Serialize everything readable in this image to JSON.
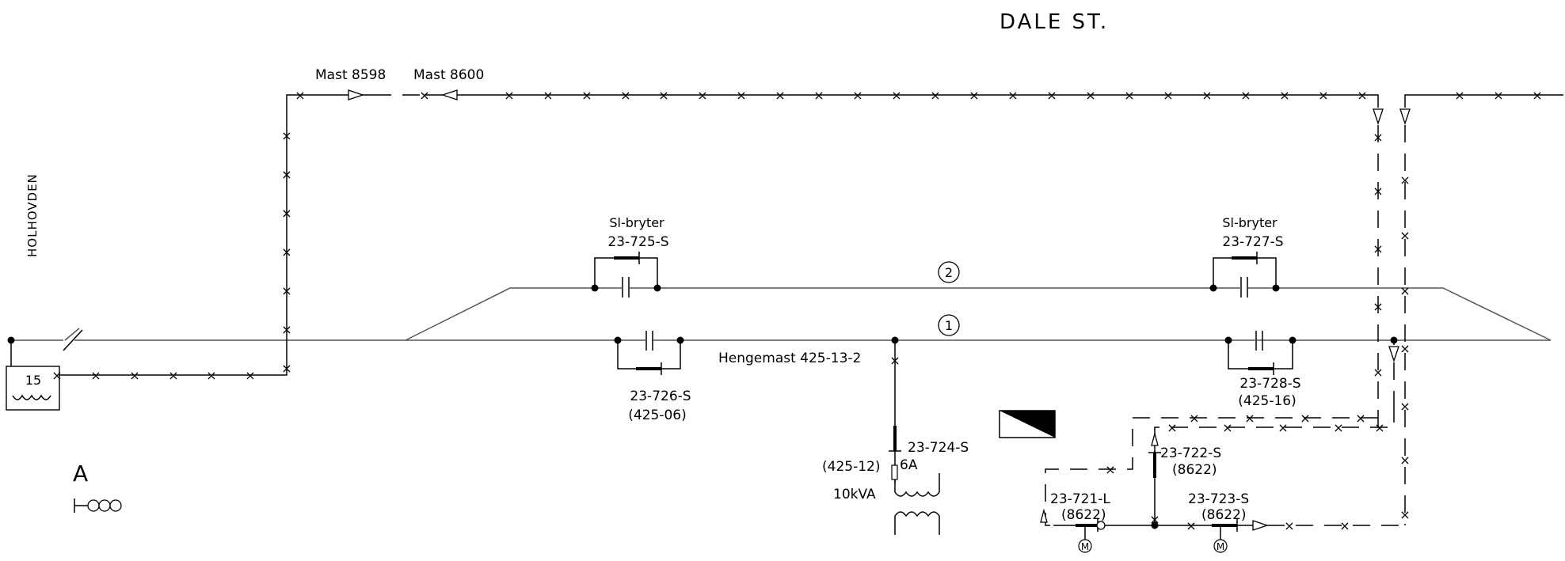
{
  "station": {
    "name": "DALE ST."
  },
  "direction": {
    "left_label": "HOLHOVDEN"
  },
  "masts": {
    "left": "Mast 8598",
    "right": "Mast 8600"
  },
  "tracks": {
    "track_2": "2",
    "track_1": "1"
  },
  "transformer_left": {
    "label": "15"
  },
  "switches": {
    "s725": {
      "type": "Sl-bryter",
      "id": "23-725-S"
    },
    "s727": {
      "type": "Sl-bryter",
      "id": "23-727-S"
    },
    "s726": {
      "id": "23-726-S",
      "ref": "(425-06)"
    },
    "s728": {
      "id": "23-728-S",
      "ref": "(425-16)"
    },
    "s724": {
      "id": "23-724-S",
      "ref": "(425-12)",
      "fuse": "6A",
      "rating": "10kVA"
    },
    "s722": {
      "id": "23-722-S",
      "ref": "(8622)"
    },
    "s721": {
      "id": "23-721-L",
      "ref": "(8622)"
    },
    "s723": {
      "id": "23-723-S",
      "ref": "(8622)"
    }
  },
  "hengemast": {
    "label": "Hengemast 425-13-2"
  },
  "motor_symbol": "M",
  "legend": {
    "letter": "A"
  }
}
